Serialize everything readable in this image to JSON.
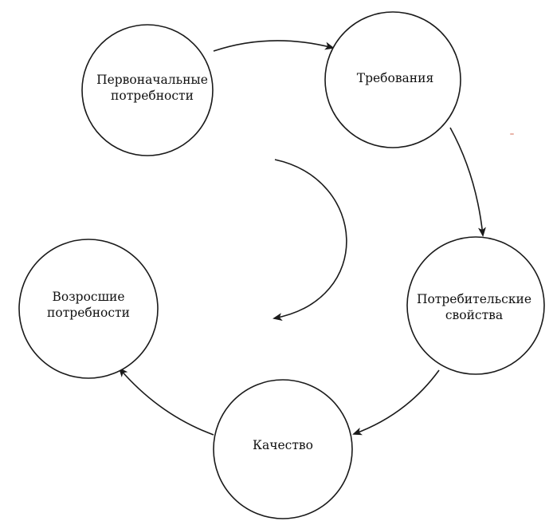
{
  "diagram": {
    "nodes": {
      "initial_needs": {
        "line1": "Первоначальные",
        "line2": "потребности"
      },
      "requirements": {
        "line1": "Требования"
      },
      "consumer_properties": {
        "line1": "Потребительские",
        "line2": "свойства"
      },
      "quality": {
        "line1": "Качество"
      },
      "grown_needs": {
        "line1": "Возросшие",
        "line2": "потребности"
      }
    }
  }
}
